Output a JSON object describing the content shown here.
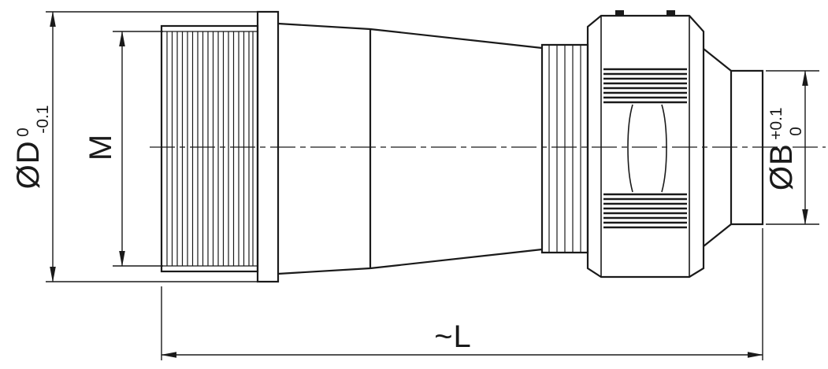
{
  "drawing": {
    "background": "#ffffff",
    "line_color": "#1a1a1a"
  },
  "dimensions": {
    "outer_diameter": {
      "label": "ØD",
      "tol_upper": "0",
      "tol_lower": "-0.1"
    },
    "thread": {
      "label": "M"
    },
    "cable_entry_diameter": {
      "label": "ØB",
      "tol_upper": "+0.1",
      "tol_lower": "0"
    },
    "overall_length": {
      "label": "~L"
    }
  }
}
